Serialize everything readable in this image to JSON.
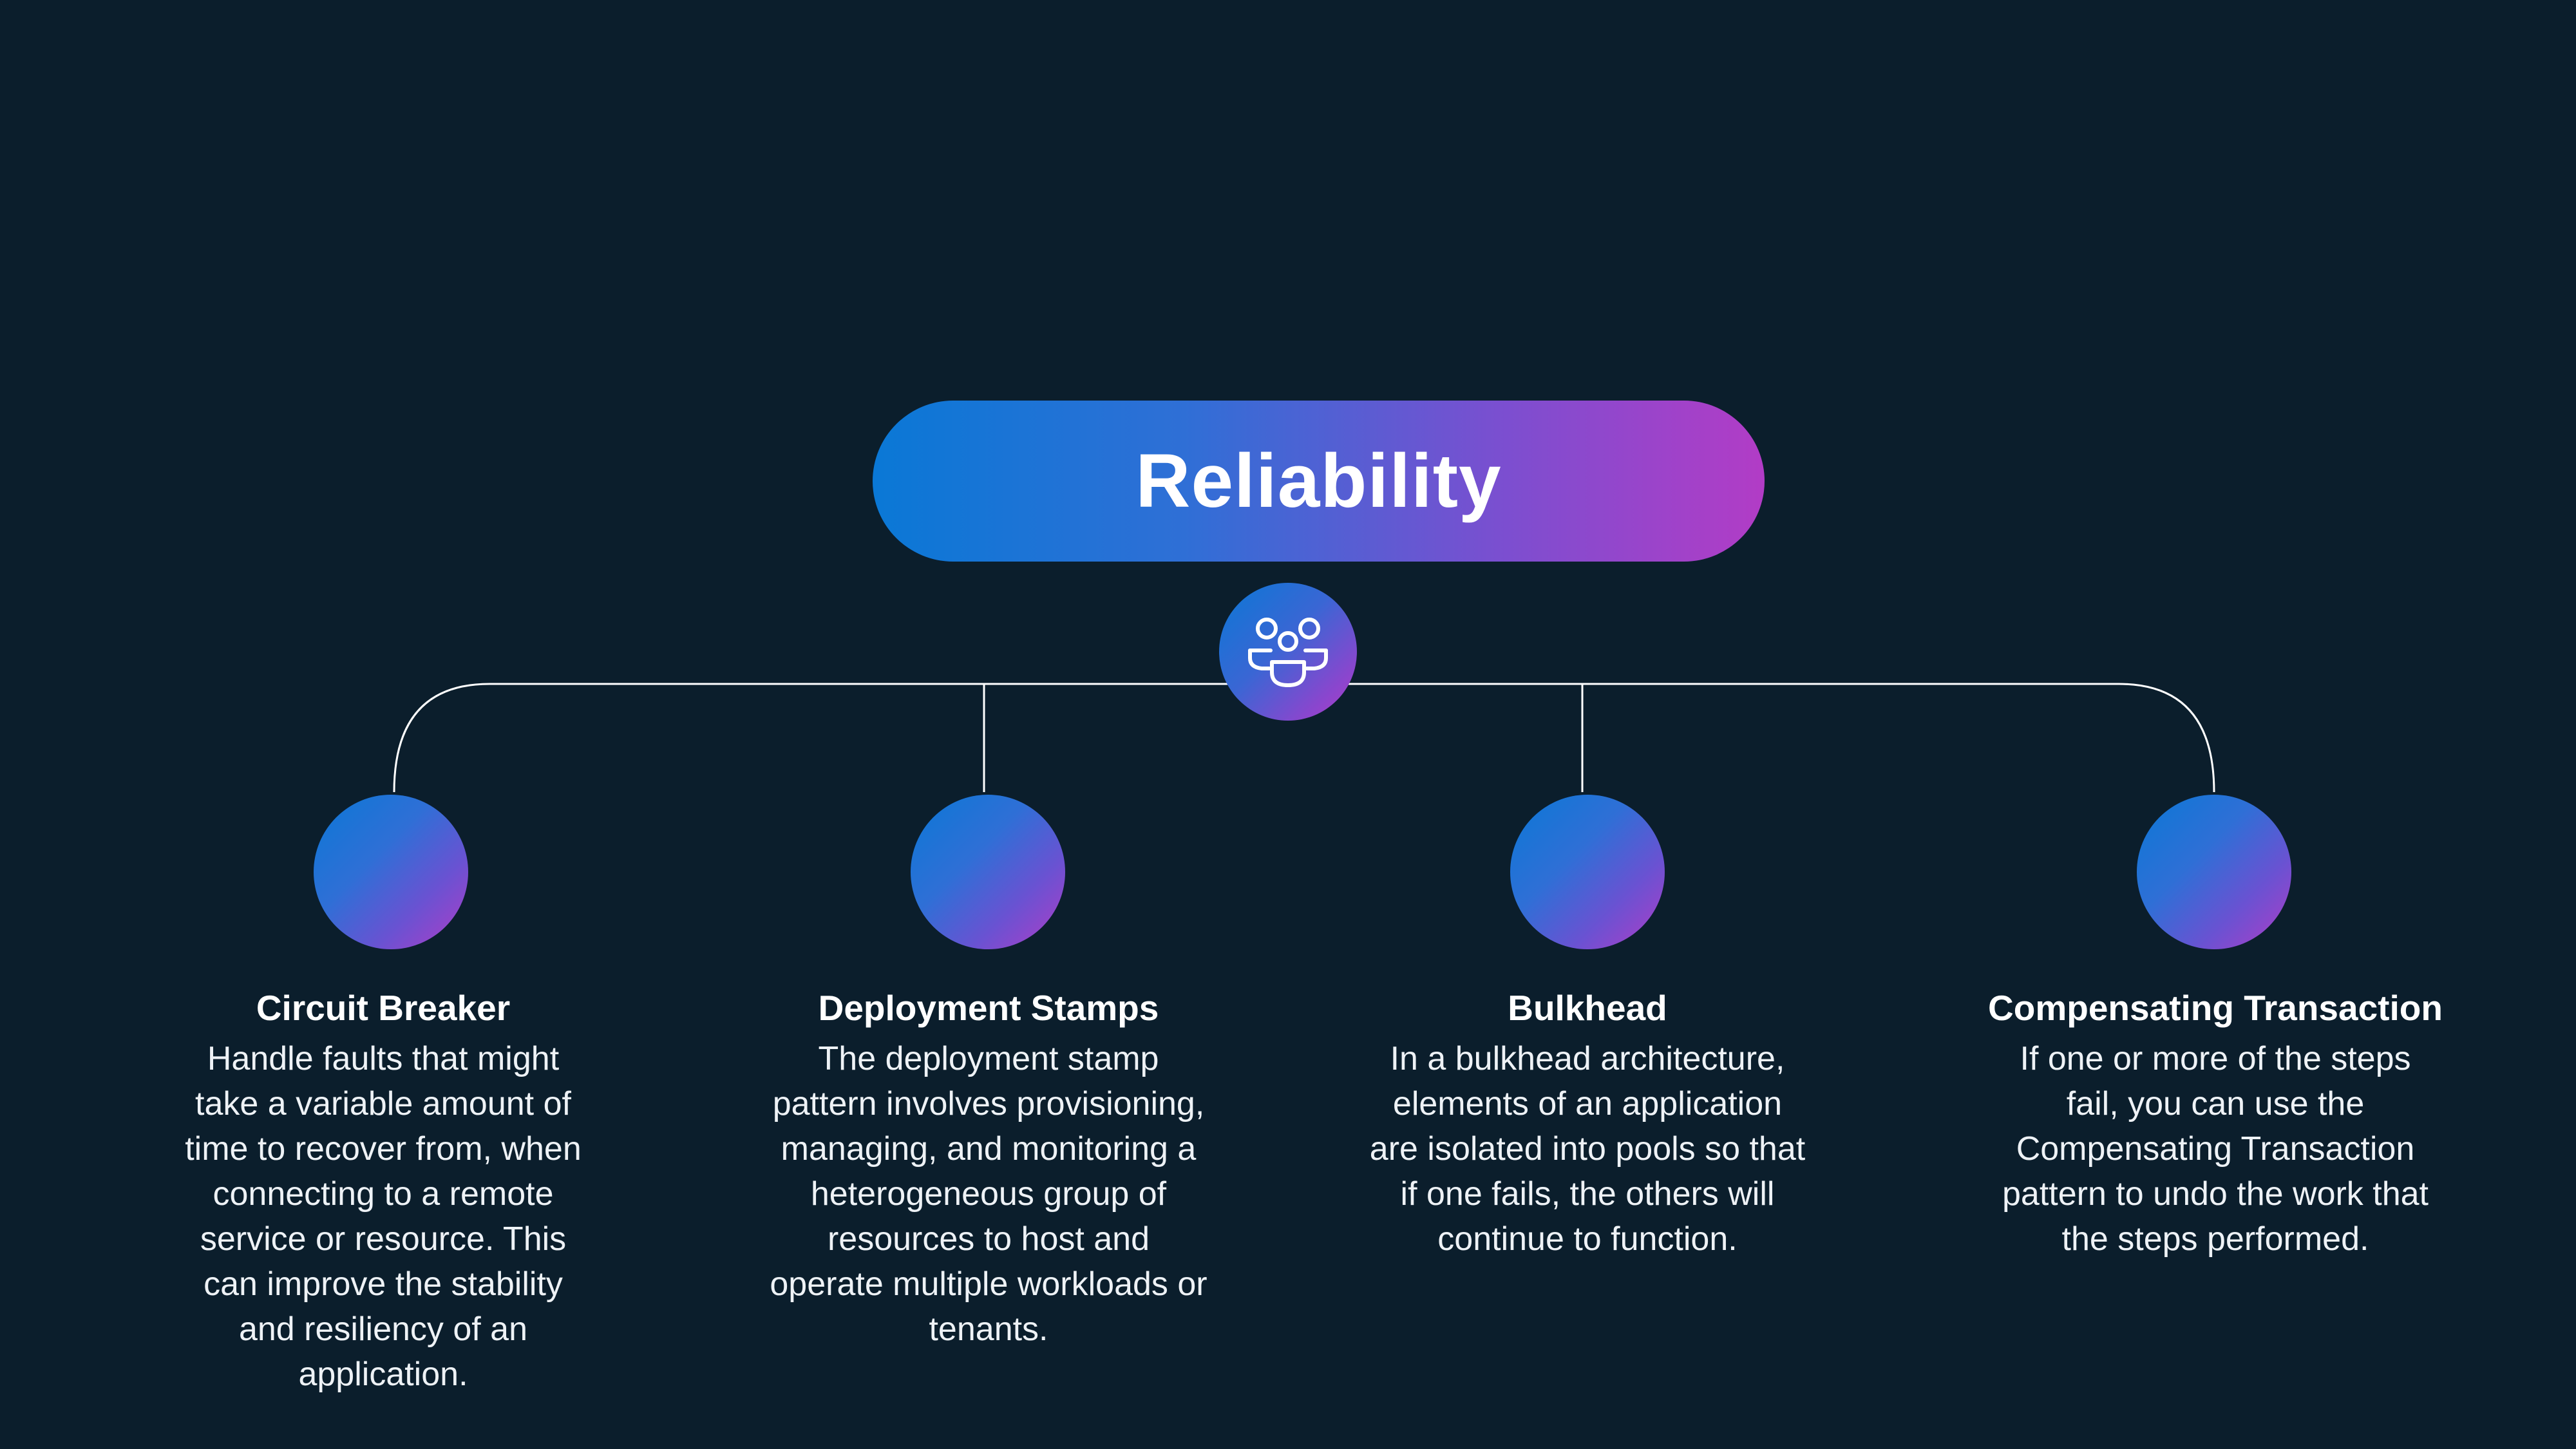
{
  "diagram": {
    "title": "Reliability",
    "hub_icon": "people-group-icon",
    "colors": {
      "background": "#0b1e2c",
      "gradient_start": "#0a78d6",
      "gradient_end": "#b23cc6",
      "connector": "#ffffff"
    },
    "patterns": [
      {
        "title": "Circuit Breaker",
        "description": "Handle faults that might take a variable amount of time to recover from, when connecting to a remote service or resource. This can improve the stability and resiliency of an application."
      },
      {
        "title": "Deployment Stamps",
        "description": "The deployment stamp pattern involves provisioning, managing, and monitoring a heterogeneous group of resources to host and operate multiple workloads or tenants."
      },
      {
        "title": "Bulkhead",
        "description": "In a bulkhead architecture, elements of an application are isolated into pools so that if one fails, the others will continue to function."
      },
      {
        "title": "Compensating Transaction",
        "description": "If one or more of the steps fail, you can use the Compensating Transaction pattern to undo the work that the steps performed."
      }
    ]
  }
}
